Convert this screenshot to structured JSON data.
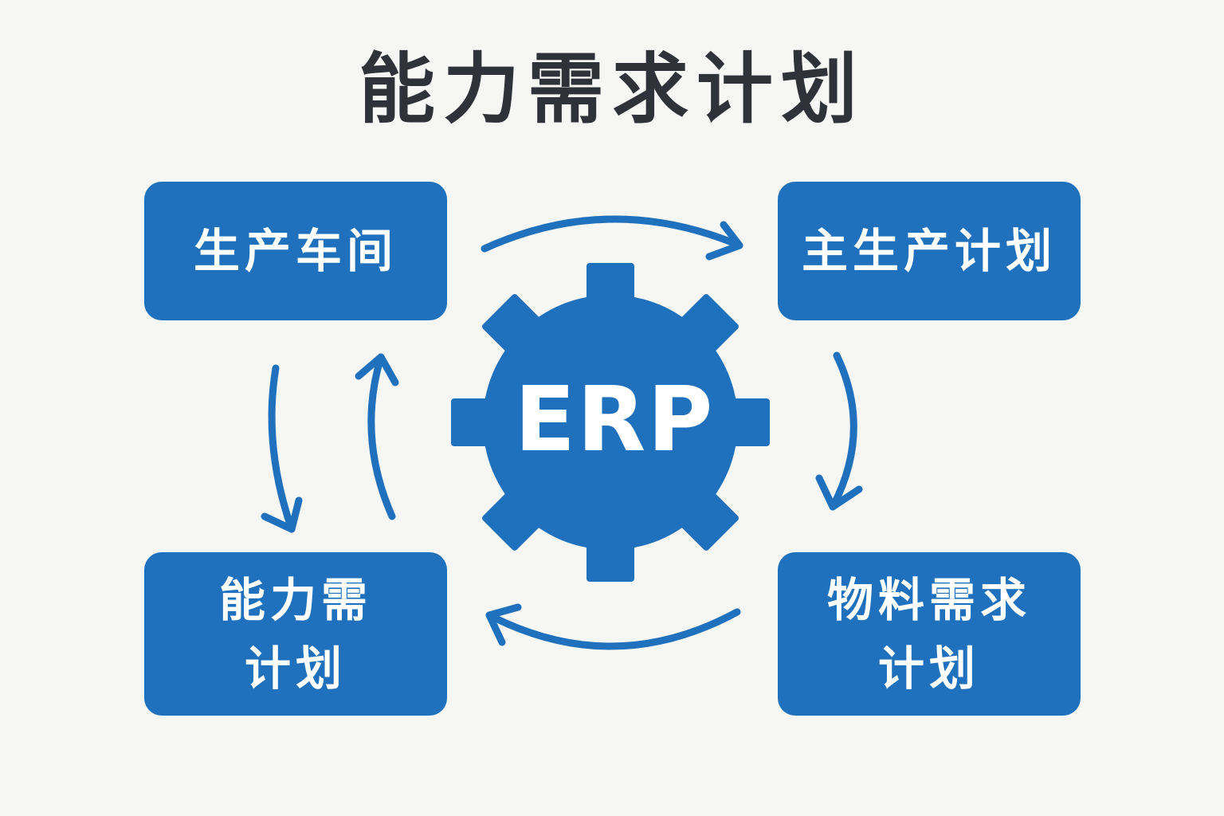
{
  "title": "能力需求计划",
  "center": {
    "label": "ERP"
  },
  "nodes": {
    "top_left": {
      "lines": [
        "生产车间"
      ]
    },
    "top_right": {
      "lines": [
        "主生产计划"
      ]
    },
    "bottom_right": {
      "lines": [
        "物料需求",
        "计划"
      ]
    },
    "bottom_left": {
      "lines": [
        "能力需",
        "计划"
      ]
    }
  },
  "colors": {
    "accent": "#1f71bd",
    "title": "#2f3238",
    "background": "#f6f6f4",
    "box_text": "#ffffff"
  }
}
